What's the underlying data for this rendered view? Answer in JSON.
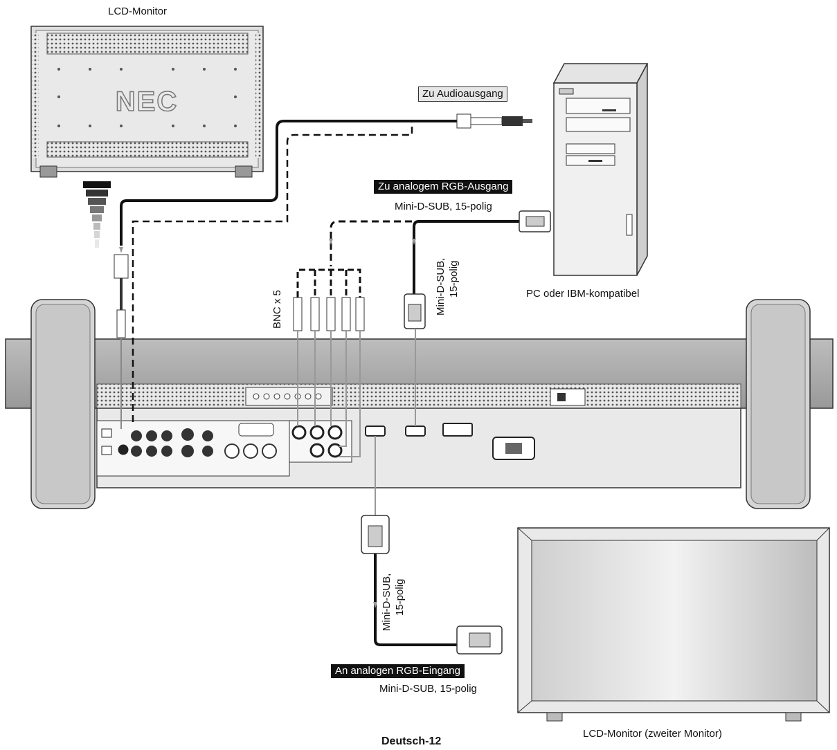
{
  "brand_logo": "NEC",
  "labels": {
    "lcd_monitor": "LCD-Monitor",
    "audio_out": "Zu Audioausgang",
    "rgb_out": "Zu analogem RGB-Ausgang",
    "minidsub_pc": "Mini-D-SUB, 15-polig",
    "minidsub_vert_top_1": "Mini-D-SUB,",
    "minidsub_vert_top_2": "15-polig",
    "bnc": "BNC x 5",
    "pc": "PC oder IBM-kompatibel",
    "minidsub_vert_bottom_1": "Mini-D-SUB,",
    "minidsub_vert_bottom_2": "15-polig",
    "rgb_in": "An analogen RGB-Eingang",
    "minidsub_second": "Mini-D-SUB, 15-polig",
    "second_monitor": "LCD-Monitor (zweiter Monitor)",
    "page_footer": "Deutsch-12"
  },
  "colors": {
    "line": "#111111",
    "metal": "#8c8c8c",
    "dark_label_bg": "#111111",
    "light_label_bg": "#e6e6e6"
  }
}
